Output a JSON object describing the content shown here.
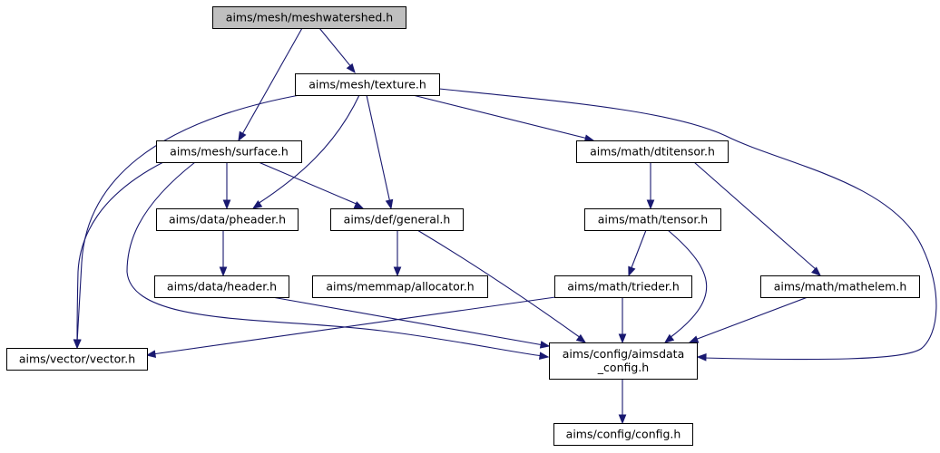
{
  "graph": {
    "nodes": [
      {
        "id": "meshwatershed",
        "label": "aims/mesh/meshwatershed.h",
        "fill": "#bfbfbf"
      },
      {
        "id": "texture",
        "label": "aims/mesh/texture.h",
        "fill": "#ffffff"
      },
      {
        "id": "surface",
        "label": "aims/mesh/surface.h",
        "fill": "#ffffff"
      },
      {
        "id": "dtitensor",
        "label": "aims/math/dtitensor.h",
        "fill": "#ffffff"
      },
      {
        "id": "pheader",
        "label": "aims/data/pheader.h",
        "fill": "#ffffff"
      },
      {
        "id": "general",
        "label": "aims/def/general.h",
        "fill": "#ffffff"
      },
      {
        "id": "tensor",
        "label": "aims/math/tensor.h",
        "fill": "#ffffff"
      },
      {
        "id": "header",
        "label": "aims/data/header.h",
        "fill": "#ffffff"
      },
      {
        "id": "allocator",
        "label": "aims/memmap/allocator.h",
        "fill": "#ffffff"
      },
      {
        "id": "trieder",
        "label": "aims/math/trieder.h",
        "fill": "#ffffff"
      },
      {
        "id": "mathelem",
        "label": "aims/math/mathelem.h",
        "fill": "#ffffff"
      },
      {
        "id": "vector",
        "label": "aims/vector/vector.h",
        "fill": "#ffffff"
      },
      {
        "id": "aimsdata_config",
        "label_lines": [
          "aims/config/aimsdata",
          "_config.h"
        ],
        "fill": "#ffffff"
      },
      {
        "id": "config",
        "label": "aims/config/config.h",
        "fill": "#ffffff"
      }
    ],
    "edges": [
      {
        "from": "meshwatershed",
        "to": "texture"
      },
      {
        "from": "meshwatershed",
        "to": "surface"
      },
      {
        "from": "texture",
        "to": "vector"
      },
      {
        "from": "texture",
        "to": "pheader"
      },
      {
        "from": "texture",
        "to": "general"
      },
      {
        "from": "texture",
        "to": "dtitensor"
      },
      {
        "from": "texture",
        "to": "aimsdata_config"
      },
      {
        "from": "surface",
        "to": "vector"
      },
      {
        "from": "surface",
        "to": "pheader"
      },
      {
        "from": "surface",
        "to": "general"
      },
      {
        "from": "surface",
        "to": "aimsdata_config"
      },
      {
        "from": "dtitensor",
        "to": "tensor"
      },
      {
        "from": "dtitensor",
        "to": "mathelem"
      },
      {
        "from": "pheader",
        "to": "header"
      },
      {
        "from": "general",
        "to": "allocator"
      },
      {
        "from": "general",
        "to": "aimsdata_config"
      },
      {
        "from": "tensor",
        "to": "trieder"
      },
      {
        "from": "tensor",
        "to": "aimsdata_config"
      },
      {
        "from": "header",
        "to": "aimsdata_config"
      },
      {
        "from": "trieder",
        "to": "vector"
      },
      {
        "from": "trieder",
        "to": "aimsdata_config"
      },
      {
        "from": "mathelem",
        "to": "aimsdata_config"
      },
      {
        "from": "aimsdata_config",
        "to": "config"
      }
    ]
  }
}
